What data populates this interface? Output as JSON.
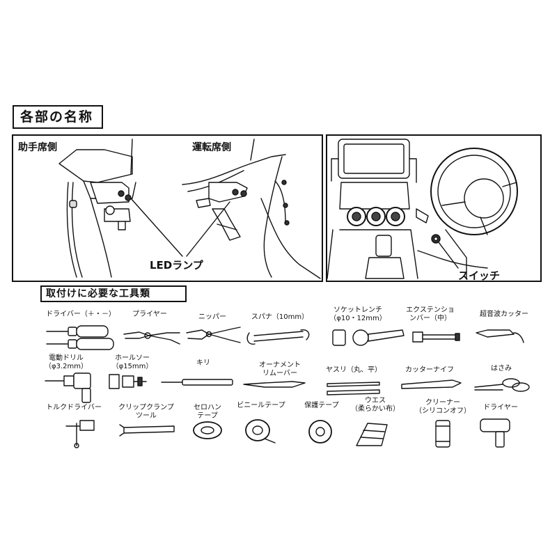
{
  "section_titles": {
    "part_names": "各部の名称",
    "required_tools": "取付けに必要な工具類"
  },
  "diagram_labels": {
    "passenger_side": "助手席側",
    "driver_side": "運転席側",
    "led_lamp": "LEDランプ",
    "switch": "スイッチ"
  },
  "tools": {
    "screwdriver": [
      "ドライバー（＋・－）"
    ],
    "pliers": [
      "プライヤー"
    ],
    "nipper": [
      "ニッパー"
    ],
    "spanner": [
      "スパナ（10mm）"
    ],
    "socket_wrench": [
      "ソケットレンチ",
      "（φ10・12mm）"
    ],
    "extension_bar": [
      "エクステンショ",
      "ンバー（中）"
    ],
    "ultrasonic_cutter": [
      "超音波カッター"
    ],
    "electric_drill": [
      "電動ドリル",
      "（φ3.2mm）"
    ],
    "hole_saw": [
      "ホールソー",
      "（φ15mm）"
    ],
    "awl": [
      "キリ"
    ],
    "ornament_remover": [
      "オーナメント",
      "リムーバー"
    ],
    "file": [
      "ヤスリ（丸、平）"
    ],
    "cutter_knife": [
      "カッターナイフ"
    ],
    "scissors": [
      "はさみ"
    ],
    "torque_driver": [
      "トルクドライバー"
    ],
    "clip_clamp_tool": [
      "クリップクランプ",
      "ツール"
    ],
    "cellophane_tape": [
      "セロハン",
      "テープ"
    ],
    "vinyl_tape": [
      "ビニールテープ"
    ],
    "protective_tape": [
      "保護テープ"
    ],
    "waste_cloth": [
      "ウエス",
      "（柔らかい布）"
    ],
    "cleaner": [
      "クリーナー",
      "（シリコンオフ）"
    ],
    "dryer": [
      "ドライヤー"
    ]
  }
}
